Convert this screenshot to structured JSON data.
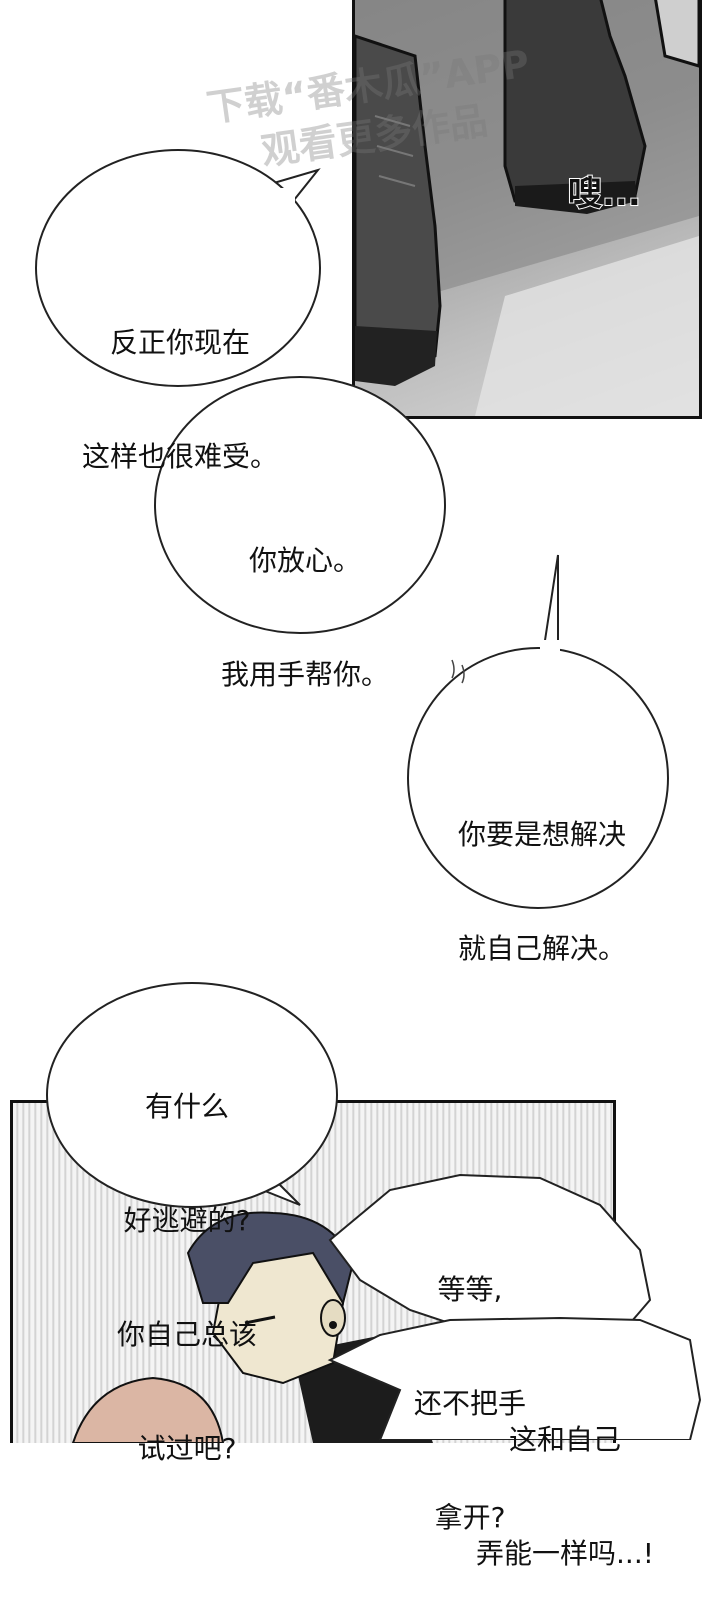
{
  "watermark": {
    "line1": "下载“番木瓜”APP",
    "line2": "观看更多作品"
  },
  "sound_effect": "嗖...",
  "bubbles": [
    {
      "id": "b1",
      "line1": "反正你现在",
      "line2": "这样也很难受。"
    },
    {
      "id": "b2",
      "line1": "你放心。",
      "line2": "我用手帮你。"
    },
    {
      "id": "b3",
      "line1": "你要是想解决",
      "line2": "就自己解决。"
    },
    {
      "id": "b4",
      "line1": "有什么",
      "line2": "好逃避的?",
      "line3": "你自己总该",
      "line4": "试过吧?"
    },
    {
      "id": "b5",
      "line1": "等等,",
      "line2": "还不把手",
      "line3": "拿开?"
    },
    {
      "id": "b6",
      "line1": "这和自己",
      "line2": "弄能一样吗...!"
    }
  ]
}
